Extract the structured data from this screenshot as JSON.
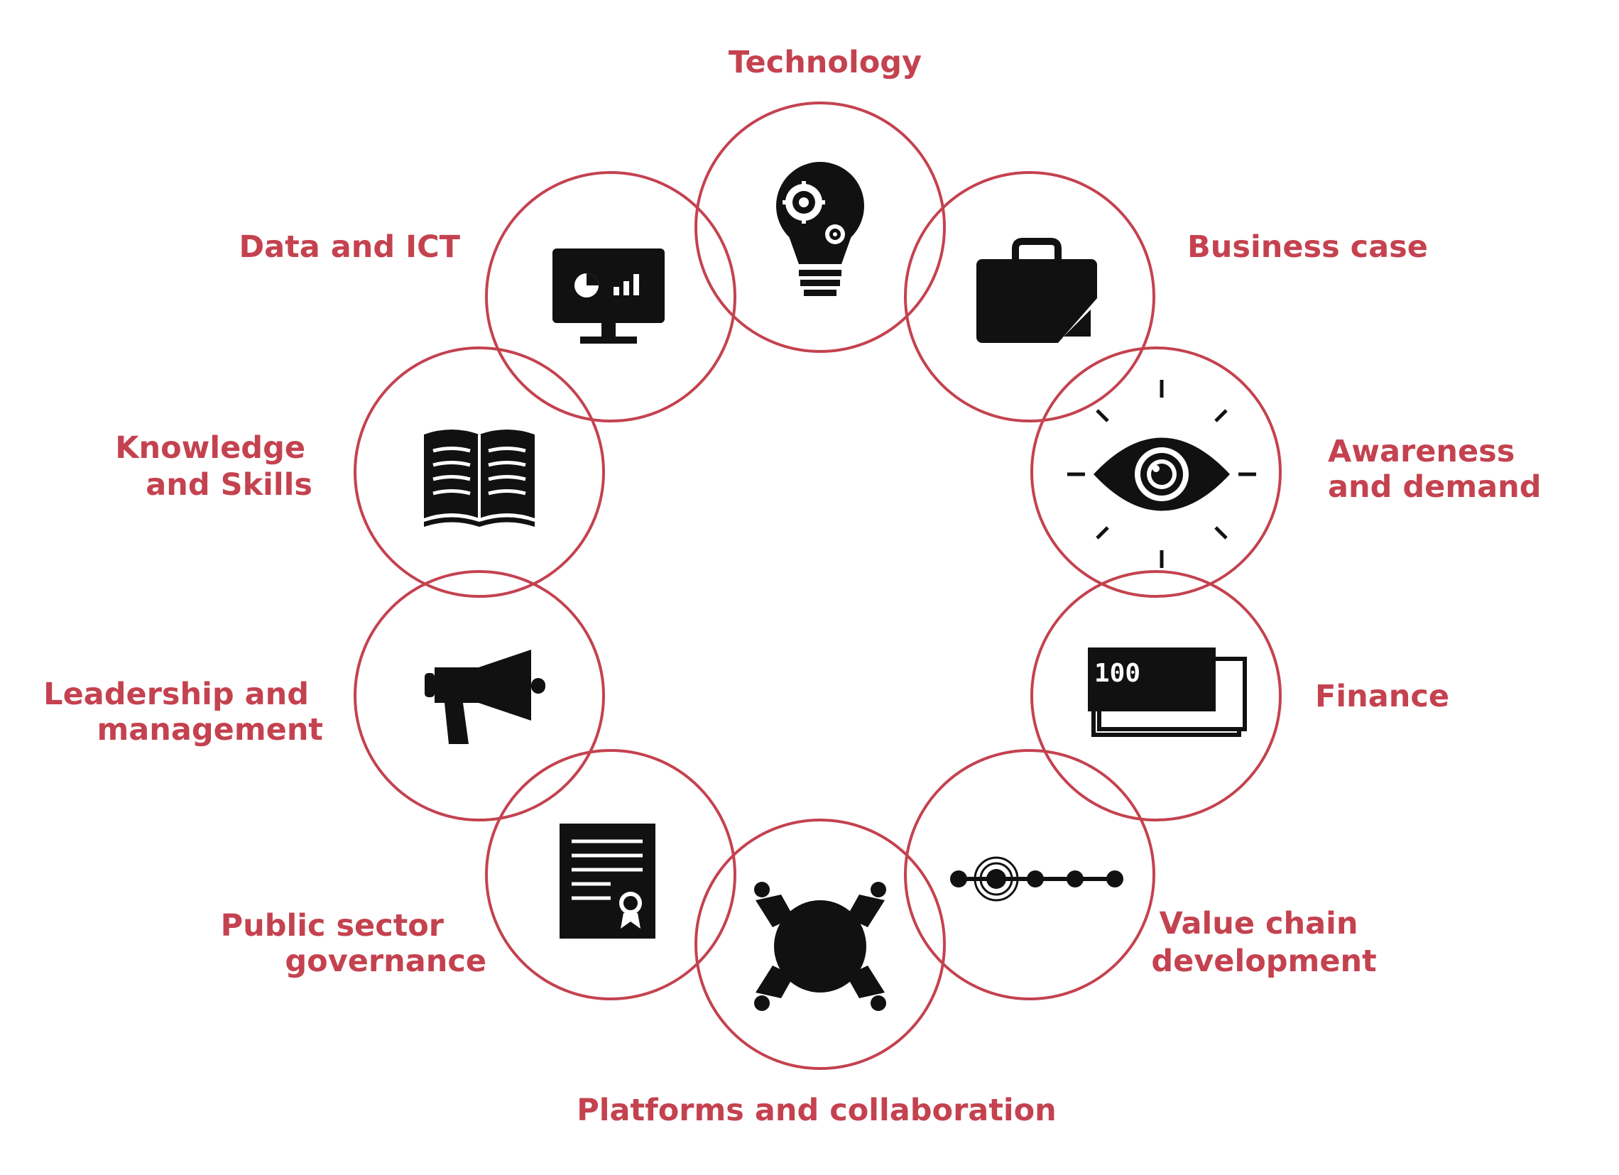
{
  "diagram": {
    "accent_color": "#c4424f",
    "icon_color": "#111111",
    "nodes": [
      {
        "id": "technology",
        "label": "Technology",
        "icon": "lightbulb-gears-icon"
      },
      {
        "id": "business-case",
        "label": "Business case",
        "icon": "briefcase-icon"
      },
      {
        "id": "awareness",
        "label_lines": [
          "Awareness",
          "and demand"
        ],
        "icon": "eye-icon"
      },
      {
        "id": "finance",
        "label": "Finance",
        "icon": "banknotes-icon",
        "icon_text": "100"
      },
      {
        "id": "value-chain",
        "label_lines": [
          "Value chain",
          "development"
        ],
        "icon": "chain-dots-icon"
      },
      {
        "id": "platforms",
        "label": "Platforms and collaboration",
        "icon": "round-table-icon"
      },
      {
        "id": "public-sector",
        "label_lines": [
          "Public sector",
          "governance"
        ],
        "icon": "certificate-icon"
      },
      {
        "id": "leadership",
        "label_lines": [
          "Leadership and",
          "management"
        ],
        "icon": "megaphone-icon"
      },
      {
        "id": "knowledge",
        "label_lines": [
          "Knowledge",
          "and Skills"
        ],
        "icon": "open-book-icon"
      },
      {
        "id": "data-ict",
        "label": "Data and ICT",
        "icon": "monitor-chart-icon"
      }
    ]
  }
}
